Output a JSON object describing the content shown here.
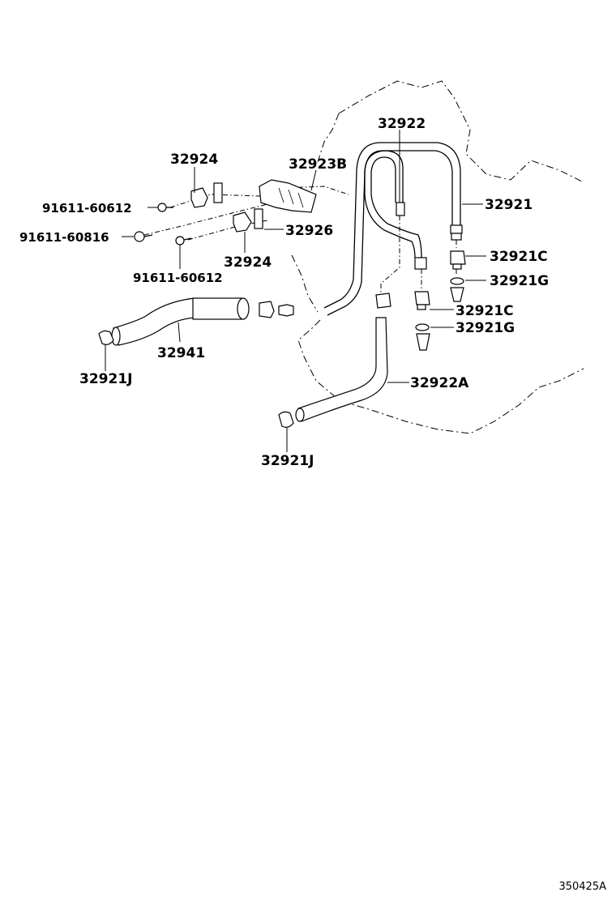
{
  "labels": {
    "p32922": "32922",
    "p32924_top": "32924",
    "p32923B": "32923B",
    "p32921": "32921",
    "bolt_91611_60612_a": "91611-60612",
    "bolt_91611_60816": "91611-60816",
    "p32926": "32926",
    "p32924_bottom": "32924",
    "bolt_91611_60612_b": "91611-60612",
    "p32921C_a": "32921C",
    "p32921G_a": "32921G",
    "p32921C_b": "32921C",
    "p32921G_b": "32921G",
    "p32941": "32941",
    "p32921J_a": "32921J",
    "p32922A": "32922A",
    "p32921J_b": "32921J"
  },
  "figure_ref": "350425A"
}
